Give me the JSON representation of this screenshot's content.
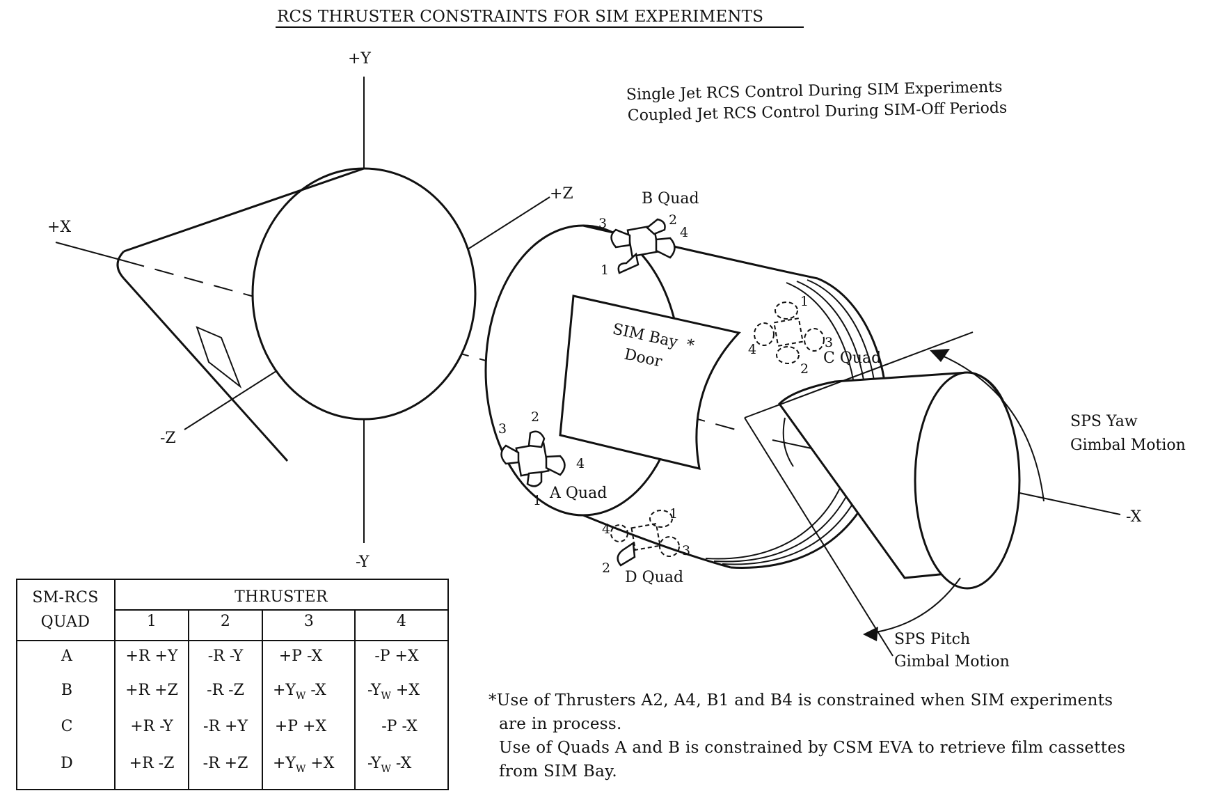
{
  "title": "RCS THRUSTER CONSTRAINTS FOR SIM EXPERIMENTS",
  "control_notes": [
    "Single Jet RCS Control During SIM Experiments",
    "Coupled Jet RCS Control During SIM-Off Periods"
  ],
  "axes": {
    "plus_y": "+Y",
    "minus_y": "-Y",
    "plus_x": "+X",
    "minus_x": "-X",
    "plus_z": "+Z",
    "minus_z": "-Z"
  },
  "quads": {
    "a": {
      "label": "A Quad",
      "n1": "1",
      "n2": "2",
      "n3": "3",
      "n4": "4"
    },
    "b": {
      "label": "B Quad",
      "n1": "1",
      "n2": "2",
      "n3": "3",
      "n4": "4"
    },
    "c": {
      "label": "C Quad",
      "n1": "1",
      "n2": "2",
      "n3": "3",
      "n4": "4"
    },
    "d": {
      "label": "D Quad",
      "n1": "1",
      "n2": "2",
      "n3": "3",
      "n4": "4"
    }
  },
  "sim_bay": {
    "line1": "SIM Bay",
    "star": "*",
    "line2": "Door"
  },
  "sps": {
    "yaw_line1": "SPS Yaw",
    "yaw_line2": "Gimbal Motion",
    "pitch_line1": "SPS Pitch",
    "pitch_line2": "Gimbal Motion"
  },
  "table": {
    "header_quad_1": "SM-RCS",
    "header_quad_2": "QUAD",
    "header_thruster": "THRUSTER",
    "thruster_numbers": [
      "1",
      "2",
      "3",
      "4"
    ],
    "rows": [
      {
        "quad": "A",
        "t1": "+R +Y",
        "t2": "-R -Y",
        "t3": "+P -X",
        "t4": "-P +X"
      },
      {
        "quad": "B",
        "t1": "+R +Z",
        "t2": "-R -Z",
        "t3a": "+Y",
        "t3sub": "W",
        "t3b": " -X",
        "t4a": "-Y",
        "t4sub": "W",
        "t4b": " +X"
      },
      {
        "quad": "C",
        "t1": "+R -Y",
        "t2": "-R +Y",
        "t3": "+P +X",
        "t4": "-P -X"
      },
      {
        "quad": "D",
        "t1": "+R -Z",
        "t2": "-R +Z",
        "t3a": "+Y",
        "t3sub": "W",
        "t3b": " +X",
        "t4a": "-Y",
        "t4sub": "W",
        "t4b": " -X"
      }
    ]
  },
  "footnote": [
    "*Use of Thrusters A2, A4, B1 and B4 is constrained when SIM experiments",
    "are in process.",
    "Use of Quads A and B is constrained by CSM EVA to retrieve film cassettes",
    "from SIM Bay."
  ]
}
